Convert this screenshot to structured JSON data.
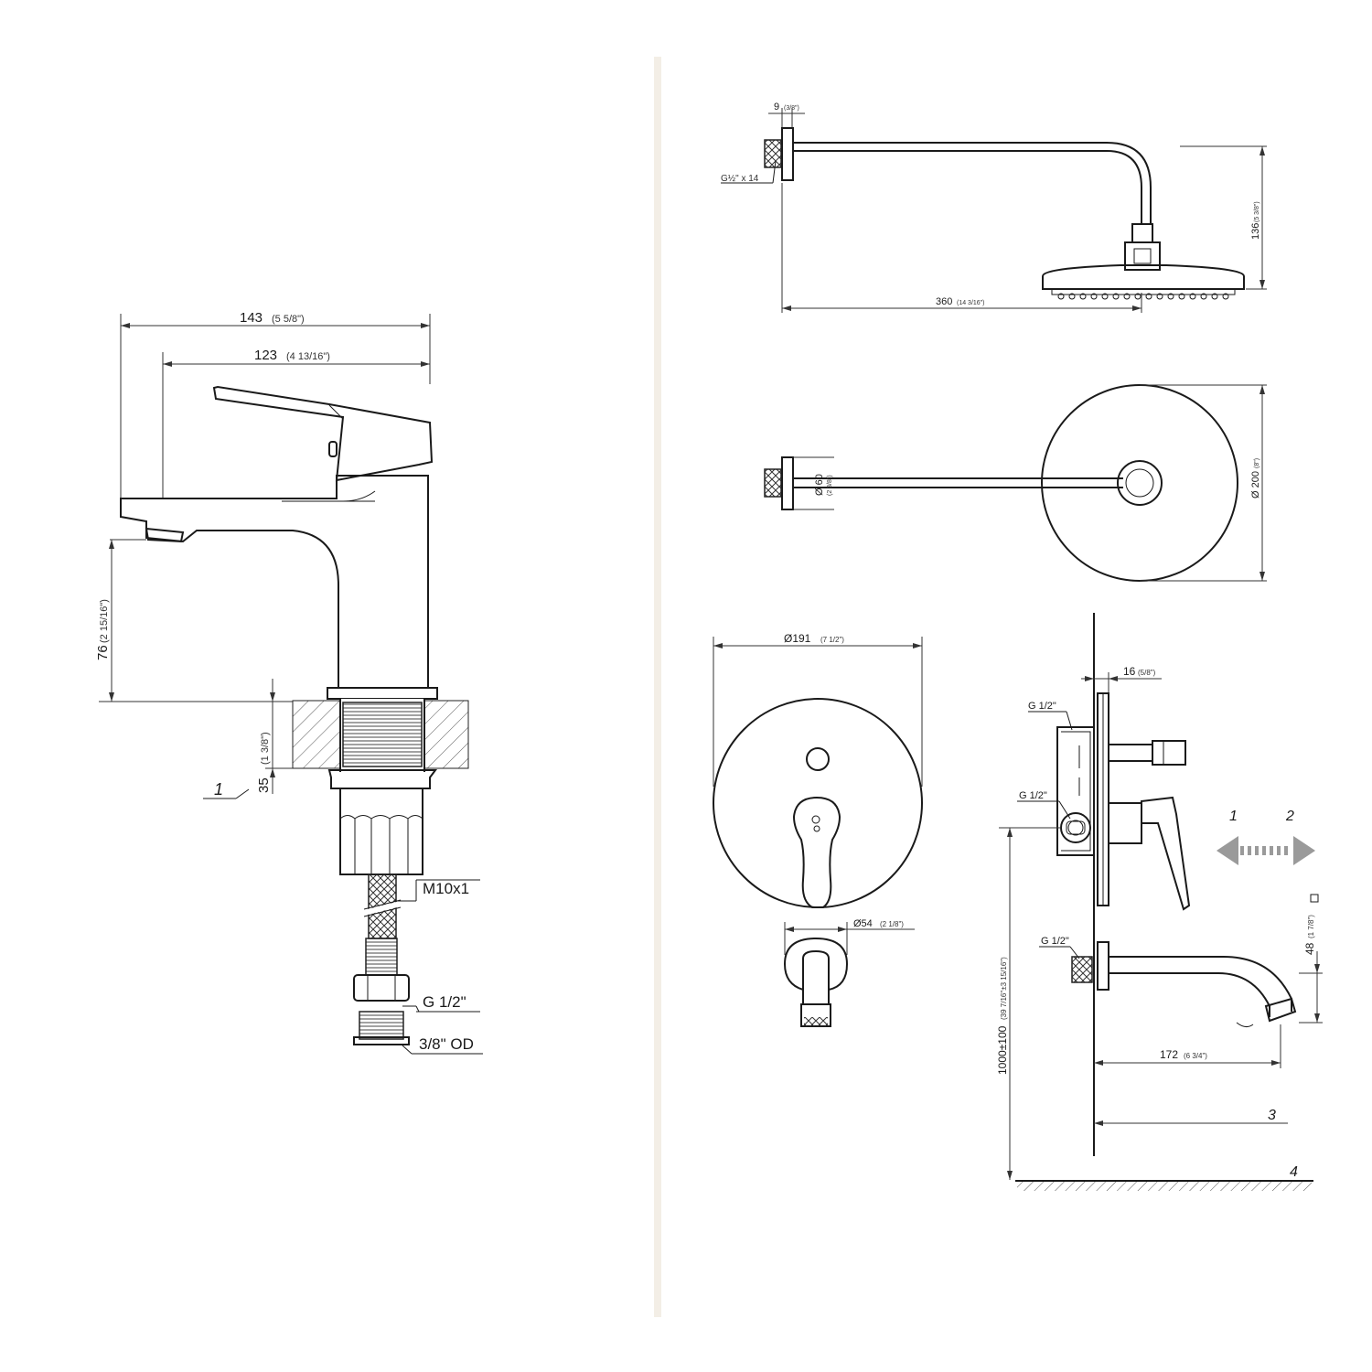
{
  "faucet": {
    "dim_width_total": "143",
    "dim_width_total_in": "(5 5/8\")",
    "dim_spout_reach": "123",
    "dim_spout_reach_in": "(4 13/16\")",
    "dim_spout_height": "76",
    "dim_spout_height_in": "(2 15/16\")",
    "dim_deck_thickness": "35",
    "dim_deck_thickness_in": "(1 3/8\")",
    "callout_1": "1",
    "hose_thread": "M10x1",
    "inlet_thread": "G 1/2\"",
    "outlet_size": "3/8\" OD"
  },
  "shower_arm_side": {
    "flange_dim": "9",
    "flange_dim_in": "(3/8\")",
    "thread_label": "G½\" x 14",
    "height_dim": "136",
    "height_dim_in": "(5 3/8\")",
    "length_dim": "360",
    "length_dim_in": "(14 3/16\")"
  },
  "shower_head_top": {
    "arm_dia": "Ø 60",
    "arm_dia_in": "(2 3/8\")",
    "head_dia": "Ø 200",
    "head_dia_in": "(8\")"
  },
  "trim_plate": {
    "plate_dia": "Ø191",
    "plate_dia_in": "(7 1/2\")",
    "spout_escutcheon_dia": "Ø54",
    "spout_escutcheon_dia_in": "(2 1/8\")"
  },
  "valve_install": {
    "depth_dim": "16",
    "depth_dim_in": "(5/8\")",
    "port_top": "G 1/2\"",
    "port_mid": "G 1/2\"",
    "port_spout": "G 1/2\"",
    "arrow_left_label": "1",
    "arrow_right_label": "2",
    "spout_drop_dim": "48",
    "spout_drop_dim_in": "(1 7/8\")",
    "spout_reach_dim": "172",
    "spout_reach_dim_in": "(6 3/4\")",
    "height_from_floor": "1000±100",
    "height_from_floor_in": "(39 7/16\"±3 15/16\")",
    "wall_label": "3",
    "floor_label": "4"
  }
}
